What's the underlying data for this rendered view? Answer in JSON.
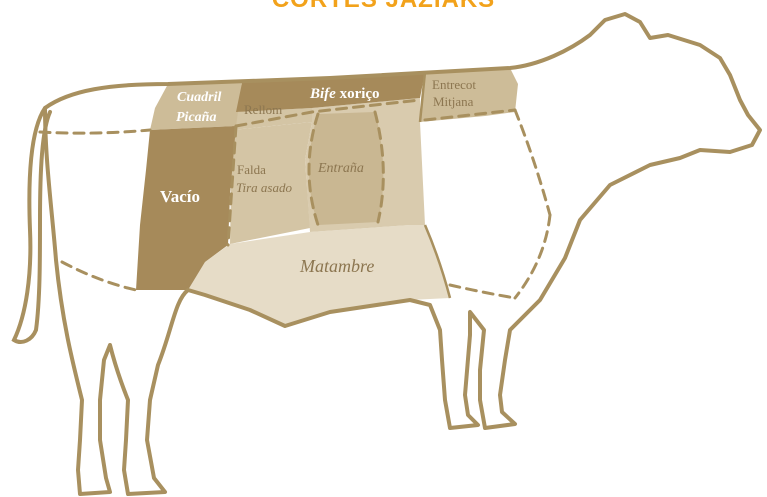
{
  "title": "CORTES JAZIAKS",
  "colors": {
    "outline": "#a8905f",
    "dark": "#a68a5a",
    "medium": "#cdbc98",
    "light": "#e6dcc7",
    "text_on_dark": "#ffffff",
    "text_on_light": "#8c7650",
    "title": "#f2a21b"
  },
  "cuts": {
    "cuadril": "Cuadril",
    "picana": "Picaña",
    "rellom": "Rellom",
    "bife_xorico_bold": "Bife",
    "bife_xorico_rest": "xoriço",
    "entrecot": "Entrecot",
    "mitjana": "Mitjana",
    "vacio": "Vacío",
    "falda": "Falda",
    "tira_asado": "Tira asado",
    "entrana": "Entraña",
    "matambre": "Matambre"
  }
}
